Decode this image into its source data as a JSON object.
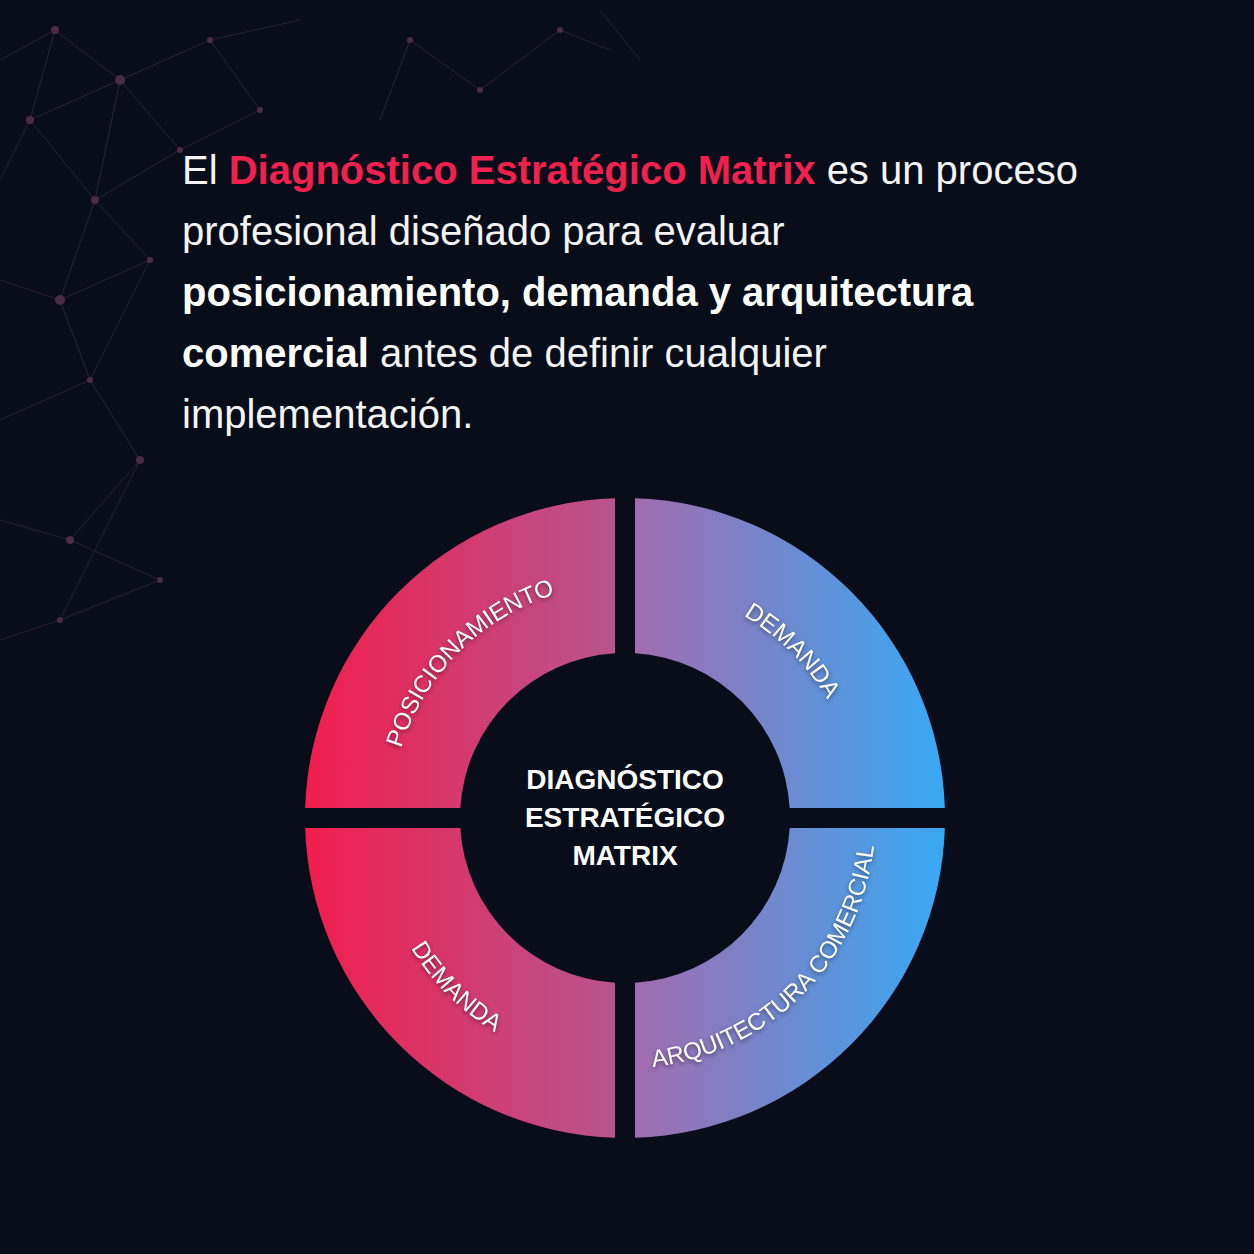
{
  "diagram": {
    "nodes": [
      {
        "text": [
          "POSICIONAMIENTO"
        ]
      },
      {
        "text": [
          "DEMANDA"
        ]
      },
      {
        "text": [
          "DEMANDA"
        ]
      },
      {
        "text": [
          "ARQUITECTURA COMERCIAL"
        ]
      }
    ],
    "labels": [
      "El",
      "Diagnóstico Estratégico Matrix",
      "es un proceso profesional diseñado para evaluar",
      "posicionamiento, demanda y arquitectura comercial",
      "antes de definir cualquier implementación.",
      "DIAGNÓSTICO ESTRATÉGICO MATRIX"
    ]
  }
}
